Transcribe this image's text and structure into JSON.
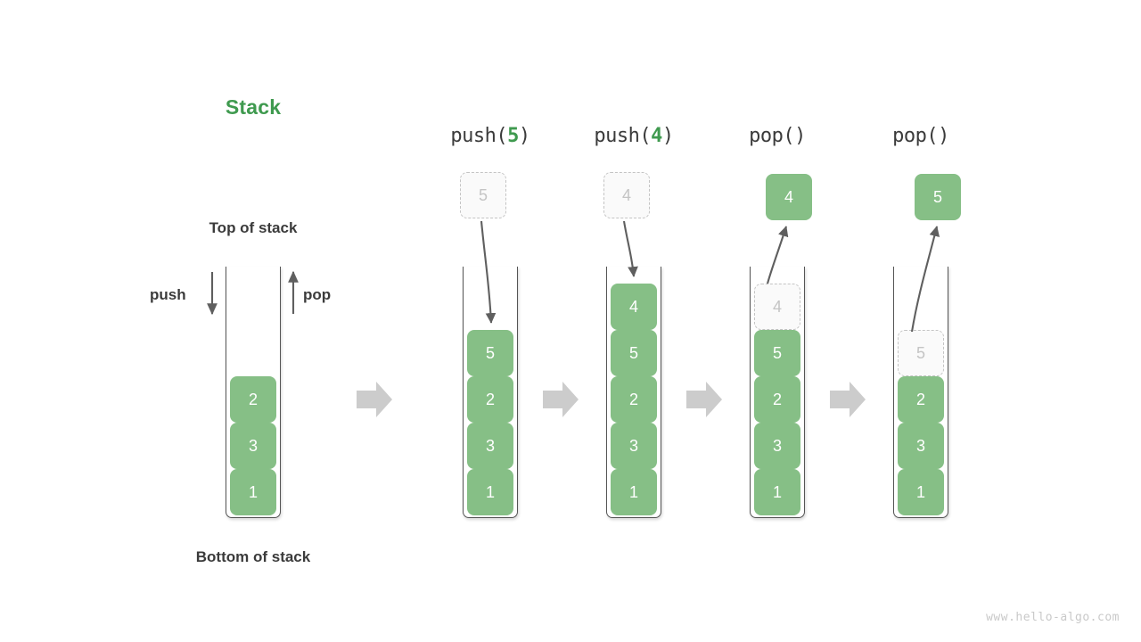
{
  "title": "Stack",
  "labels": {
    "top_of_stack": "Top of stack",
    "bottom_of_stack": "Bottom of stack",
    "push": "push",
    "pop": "pop"
  },
  "watermark": "www.hello-algo.com",
  "colors": {
    "green_fill": "#86bf86",
    "green_text": "#3f9a4f",
    "ghost_border": "#c4c4c4",
    "ghost_text": "#c4c4c4",
    "dark_text": "#3b3b3b",
    "container_stroke": "#555555",
    "flow_arrow": "#cccccc",
    "curve_arrow": "#5f5f5f"
  },
  "initial_stack": {
    "header": "",
    "elements": [
      "1",
      "3",
      "2"
    ],
    "capacity": 5
  },
  "steps": [
    {
      "op": "push",
      "header_prefix": "push(",
      "header_arg": "5",
      "header_suffix": ")",
      "header_full": "push(5)",
      "floating": {
        "value": "5",
        "style": "ghost"
      },
      "arrow_direction": "down",
      "stack": [
        "1",
        "3",
        "2",
        "5"
      ],
      "ghost_index": null,
      "capacity": 5
    },
    {
      "op": "push",
      "header_prefix": "push(",
      "header_arg": "4",
      "header_suffix": ")",
      "header_full": "push(4)",
      "floating": {
        "value": "4",
        "style": "ghost"
      },
      "arrow_direction": "down",
      "stack": [
        "1",
        "3",
        "2",
        "5",
        "4"
      ],
      "ghost_index": null,
      "capacity": 5
    },
    {
      "op": "pop",
      "header_prefix": "pop(",
      "header_arg": "",
      "header_suffix": ")",
      "header_full": "pop()",
      "floating": {
        "value": "4",
        "style": "filled"
      },
      "arrow_direction": "up",
      "stack": [
        "1",
        "3",
        "2",
        "5",
        "4"
      ],
      "ghost_index": 4,
      "capacity": 5
    },
    {
      "op": "pop",
      "header_prefix": "pop(",
      "header_arg": "",
      "header_suffix": ")",
      "header_full": "pop()",
      "floating": {
        "value": "5",
        "style": "filled"
      },
      "arrow_direction": "up",
      "stack": [
        "1",
        "3",
        "2",
        "5"
      ],
      "ghost_index": 3,
      "capacity": 5
    }
  ],
  "flow_arrows": [
    {
      "label": "flow-arrow-1"
    },
    {
      "label": "flow-arrow-2"
    },
    {
      "label": "flow-arrow-3"
    },
    {
      "label": "flow-arrow-4"
    }
  ]
}
